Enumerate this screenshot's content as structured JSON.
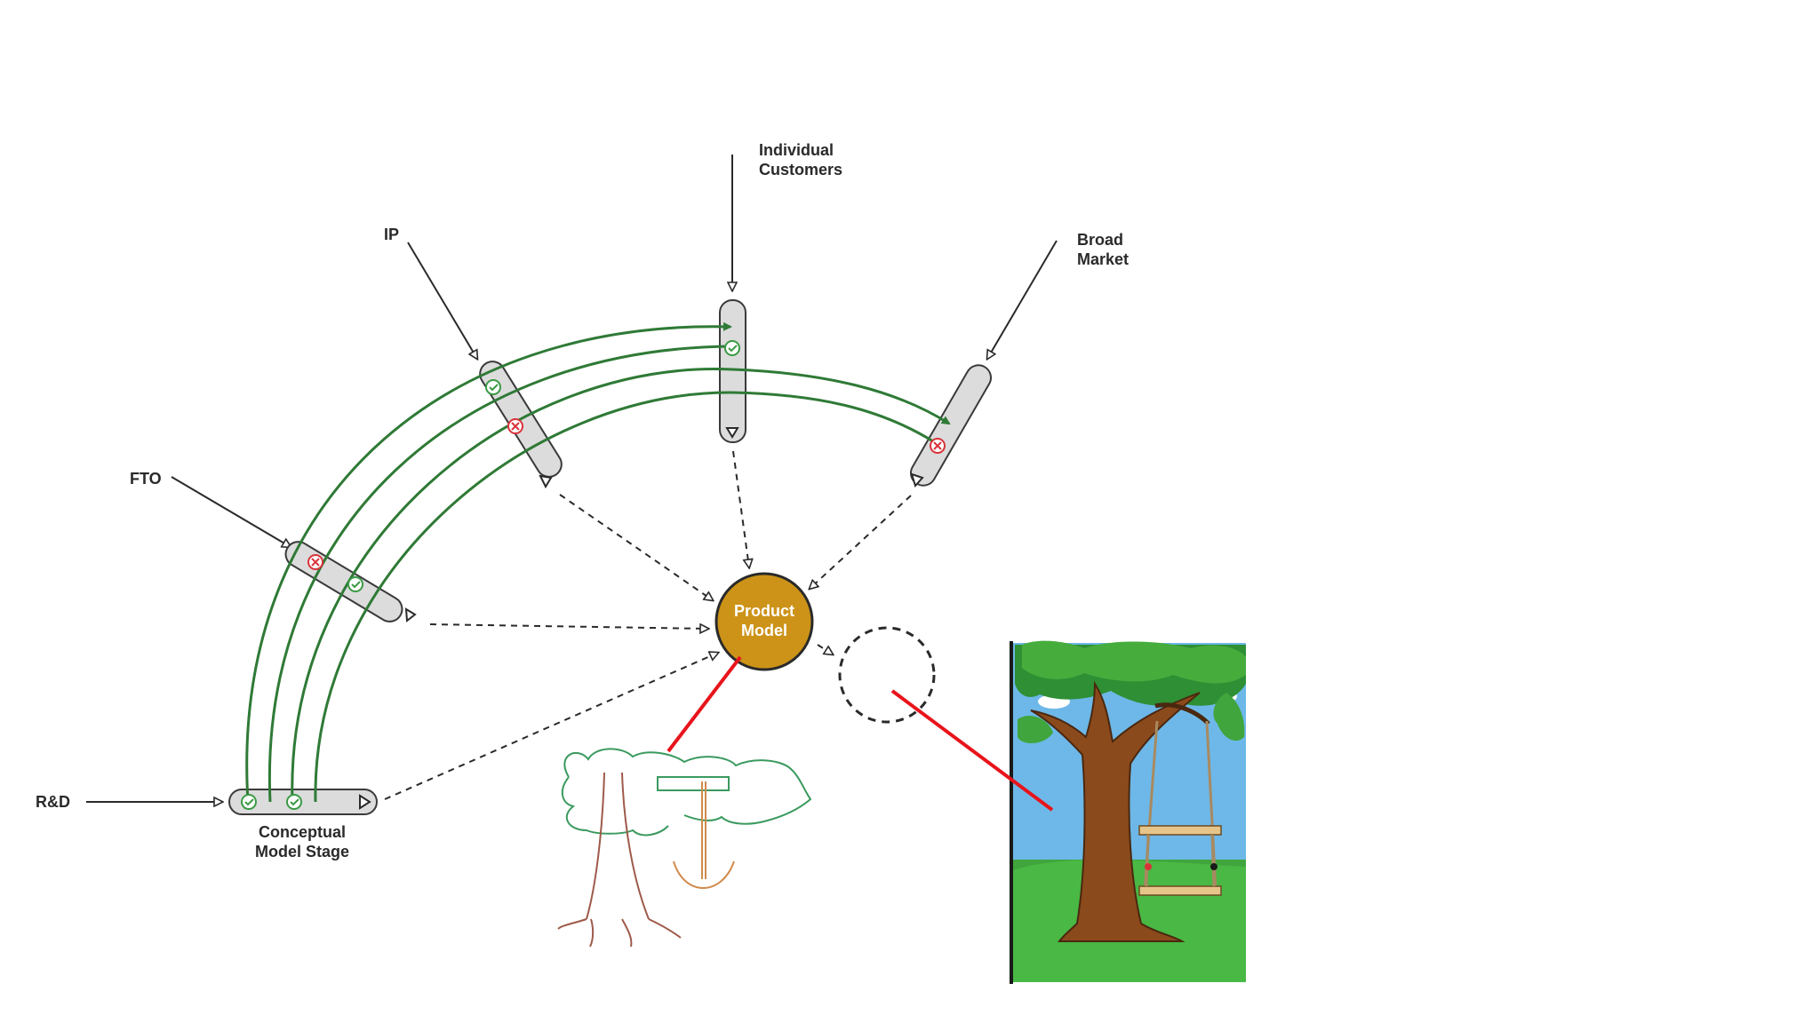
{
  "diagram": {
    "inputs": {
      "rnd": "R&D",
      "fto": "FTO",
      "ip": "IP",
      "individual_customers": [
        "Individual",
        "Customers"
      ],
      "broad_market": [
        "Broad",
        "Market"
      ]
    },
    "stage_label": [
      "Conceptual",
      "Model Stage"
    ],
    "hub_label": [
      "Product",
      "Model"
    ],
    "colors": {
      "hub": "#cc9318",
      "flow": "#2f7a36",
      "pass": "#3a9a44",
      "fail": "#d9333a",
      "annotation": "#e8141b"
    },
    "icons": [
      "check-icon",
      "cross-icon",
      "triangle-marker-icon",
      "sketch-tree-swing-icon",
      "cartoon-tree-swing-icon"
    ]
  }
}
